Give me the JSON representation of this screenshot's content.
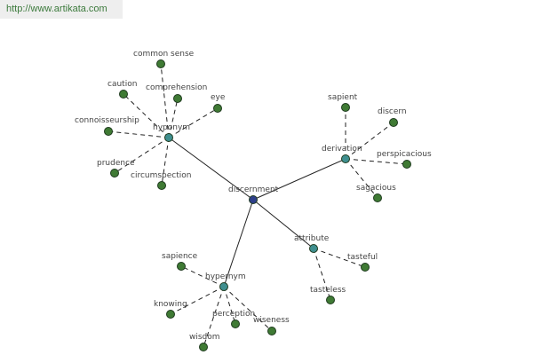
{
  "site_url": "http://www.artikata.com",
  "colors": {
    "root": "#2e3f8a",
    "relation": "#3f8f8f",
    "leaf": "#3f7a34",
    "stroke": "#1e3a1e",
    "edge": "#222222"
  },
  "graph": {
    "root": {
      "id": "root",
      "label": "discernment"
    },
    "relations": [
      {
        "id": "hyponym",
        "label": "hyponym"
      },
      {
        "id": "derivation",
        "label": "derivation"
      },
      {
        "id": "hypernym",
        "label": "hypernym"
      },
      {
        "id": "attribute",
        "label": "attribute"
      }
    ],
    "leaves": [
      {
        "id": "common-sense",
        "label": "common sense",
        "parent": "hyponym"
      },
      {
        "id": "caution",
        "label": "caution",
        "parent": "hyponym"
      },
      {
        "id": "comprehension",
        "label": "comprehension",
        "parent": "hyponym"
      },
      {
        "id": "eye",
        "label": "eye",
        "parent": "hyponym"
      },
      {
        "id": "connoisseurship",
        "label": "connoisseurship",
        "parent": "hyponym"
      },
      {
        "id": "prudence",
        "label": "prudence",
        "parent": "hyponym"
      },
      {
        "id": "circumspection",
        "label": "circumspection",
        "parent": "hyponym"
      },
      {
        "id": "sapient",
        "label": "sapient",
        "parent": "derivation"
      },
      {
        "id": "discern",
        "label": "discern",
        "parent": "derivation"
      },
      {
        "id": "perspicacious",
        "label": "perspicacious",
        "parent": "derivation"
      },
      {
        "id": "sagacious",
        "label": "sagacious",
        "parent": "derivation"
      },
      {
        "id": "tasteful",
        "label": "tasteful",
        "parent": "attribute"
      },
      {
        "id": "tasteless",
        "label": "tasteless",
        "parent": "attribute"
      },
      {
        "id": "sapience",
        "label": "sapience",
        "parent": "hypernym"
      },
      {
        "id": "knowing",
        "label": "knowing",
        "parent": "hypernym"
      },
      {
        "id": "perception",
        "label": "perception",
        "parent": "hypernym"
      },
      {
        "id": "wiseness",
        "label": "wiseness",
        "parent": "hypernym"
      },
      {
        "id": "wisdom",
        "label": "wisdom",
        "parent": "hypernym"
      }
    ]
  }
}
